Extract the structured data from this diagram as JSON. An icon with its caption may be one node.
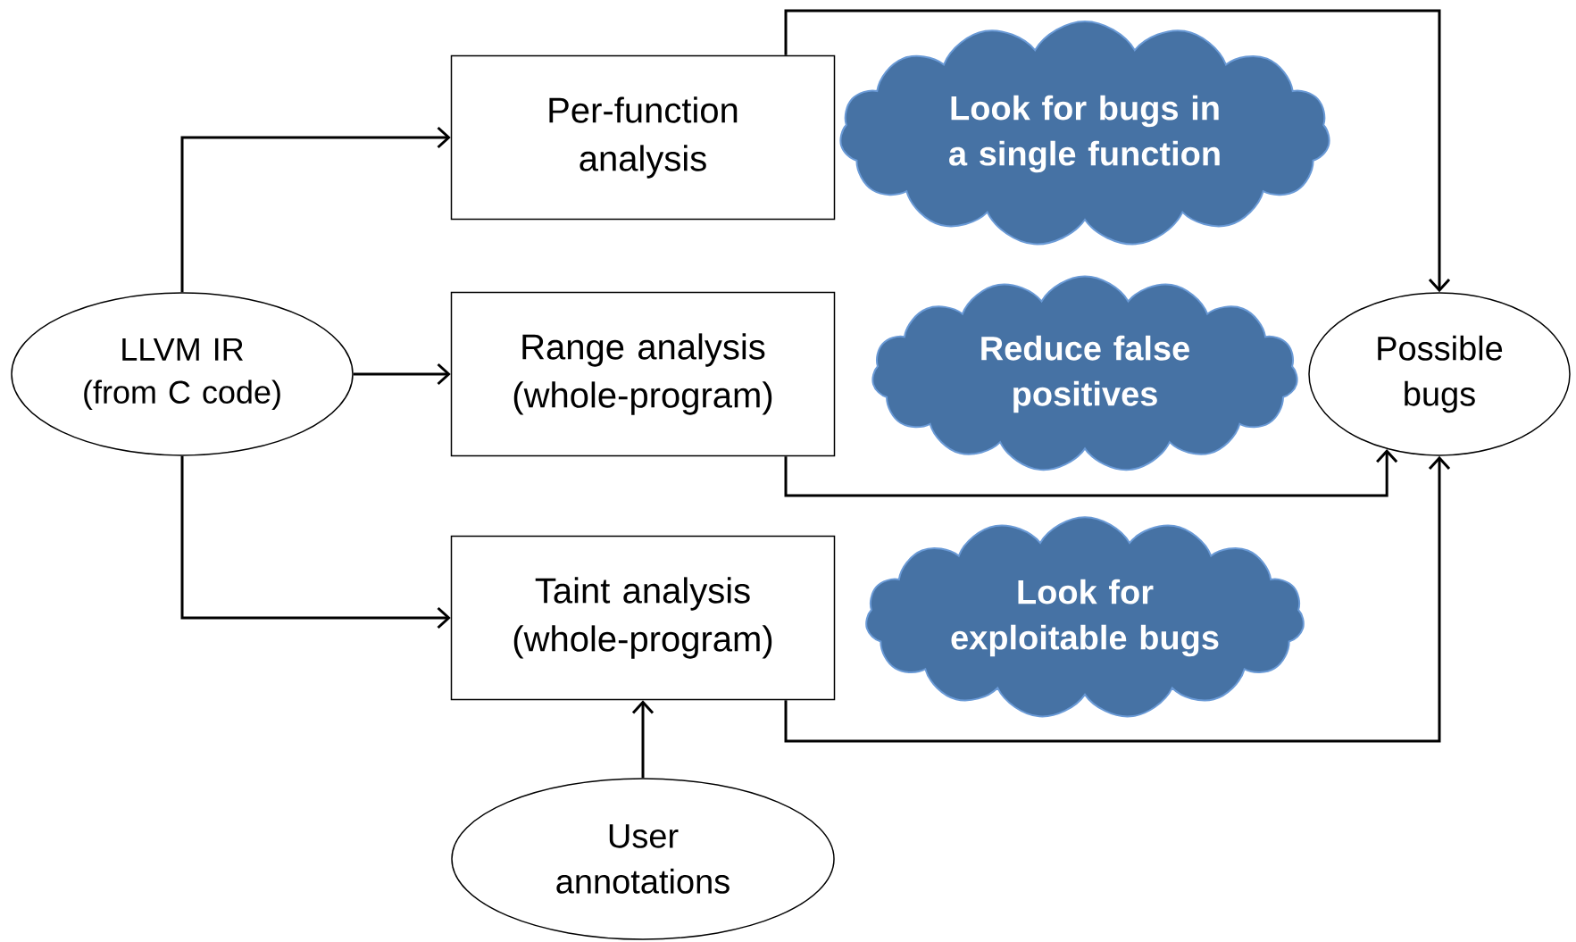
{
  "diagram": {
    "nodes": [
      {
        "text": [
          "LLVM IR (from C code)"
        ]
      },
      {
        "text": [
          "Per-function analysis"
        ]
      },
      {
        "text": [
          "Range analysis (whole-program)"
        ]
      },
      {
        "text": [
          "Taint analysis (whole-program)"
        ]
      },
      {
        "text": [
          "User annotations"
        ]
      },
      {
        "text": [
          "Possible bugs"
        ]
      },
      {
        "text": [
          "Look for bugs in a single function"
        ]
      },
      {
        "text": [
          "Reduce false positives"
        ]
      },
      {
        "text": [
          "Look for exploitable bugs"
        ]
      }
    ],
    "edges": [
      {
        "from": 0,
        "to": 1,
        "arrow": "to"
      },
      {
        "from": 0,
        "to": 2,
        "arrow": "to"
      },
      {
        "from": 0,
        "to": 3,
        "arrow": "to"
      },
      {
        "from": 4,
        "to": 3,
        "arrow": "to"
      },
      {
        "from": 1,
        "to": 5,
        "arrow": "to"
      },
      {
        "from": 2,
        "to": 5,
        "arrow": "to"
      },
      {
        "from": 3,
        "to": 5,
        "arrow": "to"
      }
    ]
  }
}
